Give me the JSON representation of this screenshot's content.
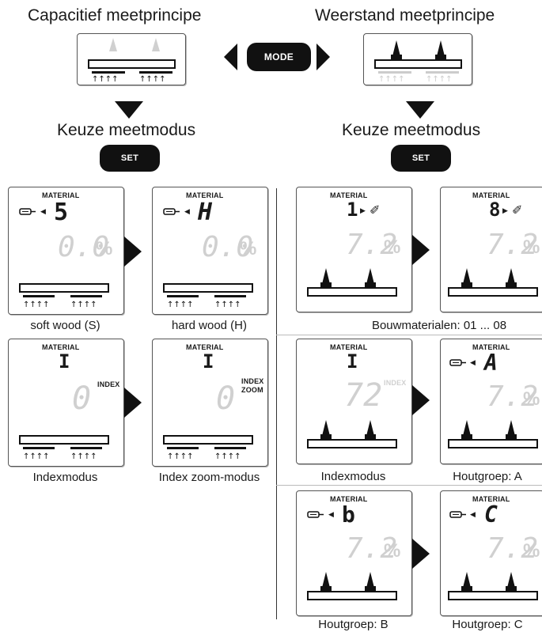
{
  "header": {
    "left_title": "Capacitief meetprincipe",
    "right_title": "Weerstand meetprincipe",
    "mode_button": "MODE"
  },
  "left": {
    "subtitle": "Keuze meetmodus",
    "set_button": "SET",
    "panels": [
      {
        "material": "MATERIAL",
        "code": "5",
        "value": "0.0",
        "unit": "%",
        "caption": "soft wood (S)"
      },
      {
        "material": "MATERIAL",
        "code": "H",
        "value": "0.0",
        "unit": "%",
        "caption": "hard wood (H)"
      },
      {
        "material": "MATERIAL",
        "code": "I",
        "value": "0",
        "tag": "INDEX",
        "caption": "Indexmodus"
      },
      {
        "material": "MATERIAL",
        "code": "I",
        "value": "0",
        "tag1": "INDEX",
        "tag2": "ZOOM",
        "caption": "Index zoom-modus"
      }
    ]
  },
  "right": {
    "subtitle": "Keuze meetmodus",
    "set_button": "SET",
    "panels": [
      {
        "material": "MATERIAL",
        "code": "1",
        "value": "7.2",
        "unit": "%"
      },
      {
        "material": "MATERIAL",
        "code": "8",
        "value": "7.2",
        "unit": "%"
      },
      {
        "material": "MATERIAL",
        "code": "I",
        "value": "72",
        "tag": "INDEX",
        "caption": "Indexmodus"
      },
      {
        "material": "MATERIAL",
        "code": "A",
        "value": "7.2",
        "unit": "%",
        "caption": "Houtgroep: A"
      },
      {
        "material": "MATERIAL",
        "code": "b",
        "value": "7.2",
        "unit": "%",
        "caption": "Houtgroep: B"
      },
      {
        "material": "MATERIAL",
        "code": "C",
        "value": "7.2",
        "unit": "%",
        "caption": "Houtgroep: C"
      }
    ],
    "row1_caption": "Bouwmaterialen: 01 ... 08"
  },
  "colors": {
    "dark": "#111111",
    "faded": "#d0d0d0",
    "mid": "#999999"
  }
}
